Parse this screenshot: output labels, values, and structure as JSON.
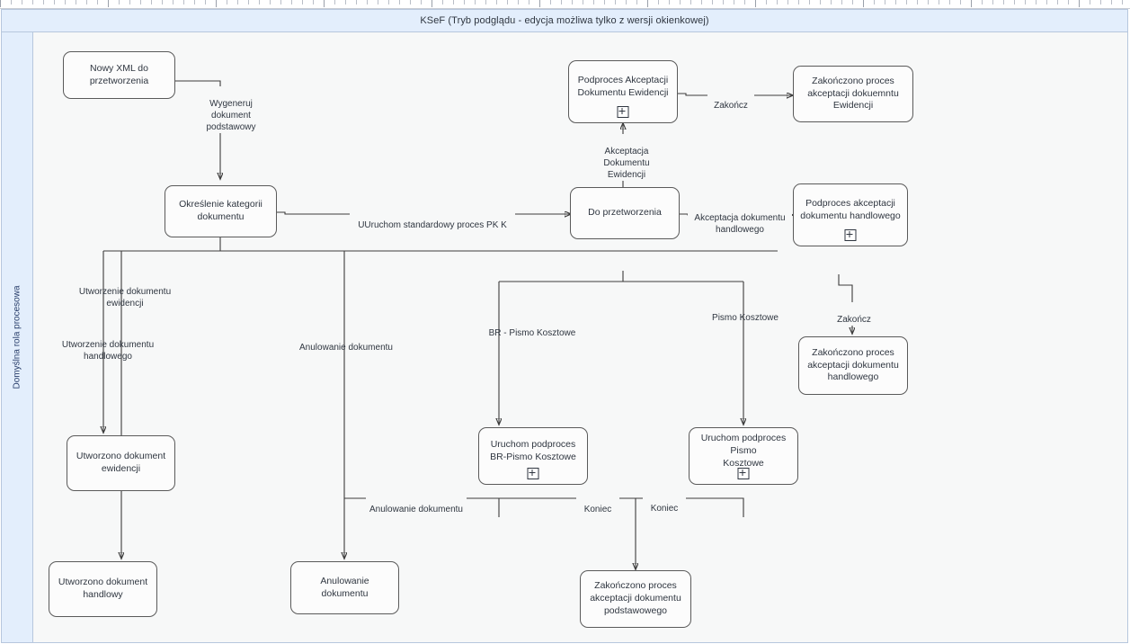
{
  "window": {
    "title": "KSeF (Tryb podglądu - edycja możliwa tylko z wersji okienkowej)"
  },
  "lane": {
    "label": "Domyślna rola procesowa"
  },
  "diagram": {
    "type": "bpmn-flowchart",
    "nodes": [
      {
        "id": "nowy-xml",
        "label": "Nowy XML do przetworzenia",
        "subprocess": false
      },
      {
        "id": "okreslenie-kategorii",
        "label": "Określenie kategorii\ndokumentu",
        "subprocess": false
      },
      {
        "id": "podproces-ewidencji",
        "label": "Podproces Akceptacji\nDokumentu Ewidencji",
        "subprocess": true
      },
      {
        "id": "zakonczono-ewidencji",
        "label": "Zakończono proces\nakceptacji dokuemntu\nEwidencji",
        "subprocess": false
      },
      {
        "id": "do-przetworzenia",
        "label": "Do przetworzenia",
        "subprocess": false
      },
      {
        "id": "podproces-handlowego",
        "label": "Podproces akceptacji\ndokumentu handlowego",
        "subprocess": true
      },
      {
        "id": "zakonczono-handlowego",
        "label": "Zakończono proces\nakceptacji dokumentu\nhandlowego",
        "subprocess": false
      },
      {
        "id": "utworzono-ewidencji",
        "label": "Utworzono dokument\newidencji",
        "subprocess": false
      },
      {
        "id": "utworzono-handlowy",
        "label": "Utworzono dokument\nhandlowy",
        "subprocess": false
      },
      {
        "id": "anulowanie-dokumentu",
        "label": "Anulowanie dokumentu",
        "subprocess": false
      },
      {
        "id": "uruchom-br-pismo",
        "label": "Uruchom podproces\nBR-Pismo Kosztowe",
        "subprocess": true
      },
      {
        "id": "uruchom-pismo",
        "label": "Uruchom podproces Pismo\nKosztowe",
        "subprocess": true
      },
      {
        "id": "zakonczono-podstawowego",
        "label": "Zakończono proces\nakceptacji dokumentu\npodstawowego",
        "subprocess": false
      }
    ],
    "edge_labels": [
      {
        "id": "wygeneruj",
        "text": "Wygeneruj\ndokument\npodstawowy"
      },
      {
        "id": "uruchom-pkk",
        "text": "UUruchom standardowy proces PK K"
      },
      {
        "id": "akceptacja-ewidencji",
        "text": "Akceptacja\nDokumentu\nEwidencji"
      },
      {
        "id": "zakoncz-ewidencji",
        "text": "Zakończ"
      },
      {
        "id": "akceptacja-handlowego",
        "text": "Akceptacja dokumentu\nhandlowego"
      },
      {
        "id": "zakoncz-handlowego",
        "text": "Zakończ"
      },
      {
        "id": "utworzenie-ewidencji",
        "text": "Utworzenie dokumentu\newidencji"
      },
      {
        "id": "utworzenie-handlowego",
        "text": "Utworzenie dokumentu\nhandlowego"
      },
      {
        "id": "anulowanie-top",
        "text": "Anulowanie dokumentu"
      },
      {
        "id": "anulowanie-bottom",
        "text": "Anulowanie dokumentu"
      },
      {
        "id": "br-pismo-kosztowe",
        "text": "BR - Pismo Kosztowe"
      },
      {
        "id": "pismo-kosztowe",
        "text": "Pismo Kosztowe"
      },
      {
        "id": "koniec-left",
        "text": "Koniec"
      },
      {
        "id": "koniec-right",
        "text": "Koniec"
      }
    ]
  },
  "colors": {
    "pool_header_bg": "#e3eefc",
    "pool_border": "#b7c7dd",
    "canvas_bg": "#f7f8f8",
    "node_border": "#5a5a5a",
    "node_bg": "#fcfcfc",
    "text": "#2f3640",
    "lane_text": "#2a3f6b"
  }
}
